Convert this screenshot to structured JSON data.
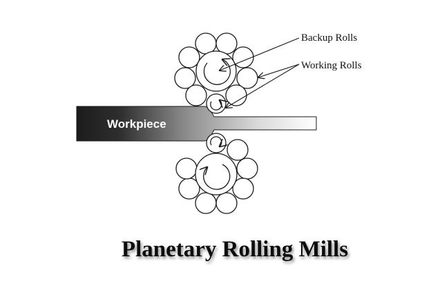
{
  "labels": {
    "backup_rolls": "Backup Rolls",
    "working_rolls": "Working Rolls",
    "workpiece": "Workpiece"
  },
  "title": "Planetary Rolling Mills",
  "colors": {
    "line": "#1a1a1a",
    "workpiece_dark": "#1c1c1c",
    "workpiece_light": "#ffffff",
    "label_text": "#111111",
    "workpiece_text": "#ffffff",
    "title_text": "#111111"
  }
}
